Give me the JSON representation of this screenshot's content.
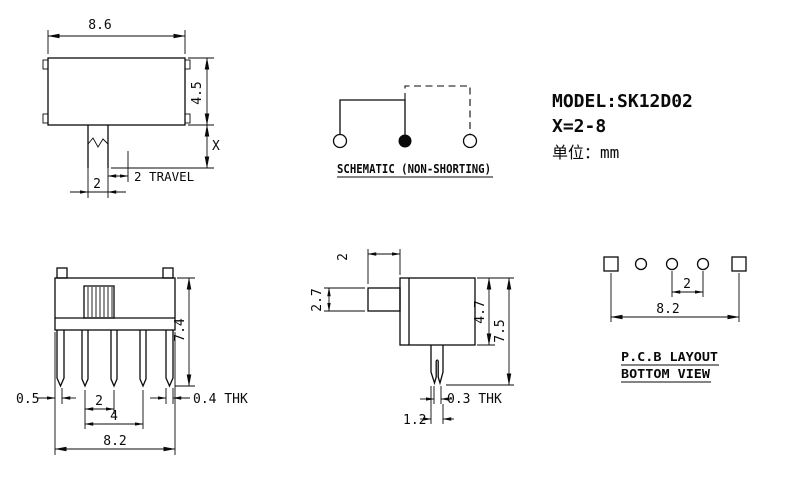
{
  "top_view": {
    "dim_width": "8.6",
    "dim_height": "4.5",
    "dim_lever_height": "X",
    "dim_travel": "2 TRAVEL",
    "dim_lever_width": "2"
  },
  "schematic": {
    "label": "SCHEMATIC (NON-SHORTING)"
  },
  "title_block": {
    "model": "MODEL:SK12D02",
    "x_range": "X=2-8",
    "unit": "单位：mm"
  },
  "front_view": {
    "dim_height": "7.4",
    "dim_offset": "0.5",
    "dim_pitch": "2",
    "dim_span": "4",
    "dim_width": "8.2",
    "dim_thickness": "0.4 THK"
  },
  "side_view": {
    "dim_travel": "2",
    "dim_knob": "2.7",
    "dim_body": "4.7",
    "dim_total": "7.5",
    "dim_peg_thickness": "0.3 THK",
    "dim_peg_width": "1.2"
  },
  "pcb": {
    "dim_pitch": "2",
    "dim_width": "8.2",
    "label_line1": "P.C.B LAYOUT",
    "label_line2": "BOTTOM VIEW"
  }
}
